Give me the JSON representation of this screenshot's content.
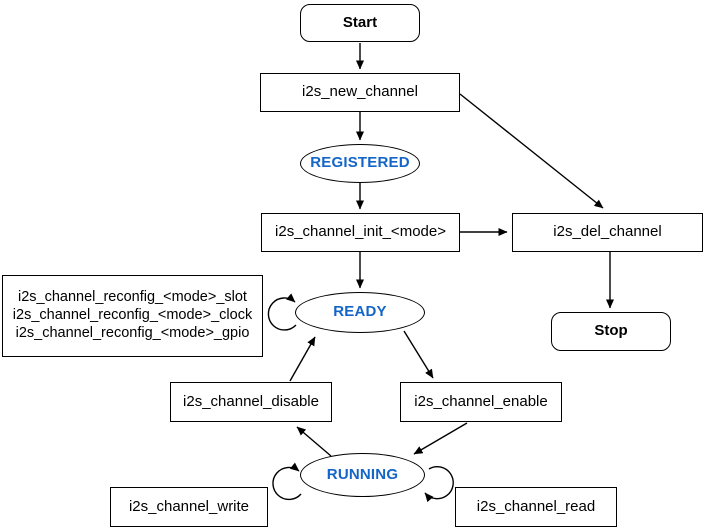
{
  "diagram": {
    "type": "state-flowchart",
    "accent_blue": "#1465c8",
    "nodes": {
      "start": {
        "label": "Start"
      },
      "new_channel": {
        "label": "i2s_new_channel"
      },
      "registered": {
        "label": "REGISTERED"
      },
      "init": {
        "label": "i2s_channel_init_<mode>"
      },
      "del": {
        "label": "i2s_del_channel"
      },
      "stop": {
        "label": "Stop"
      },
      "reconfig": {
        "lines": [
          "i2s_channel_reconfig_<mode>_slot",
          "i2s_channel_reconfig_<mode>_clock",
          "i2s_channel_reconfig_<mode>_gpio"
        ]
      },
      "ready": {
        "label": "READY"
      },
      "disable": {
        "label": "i2s_channel_disable"
      },
      "enable": {
        "label": "i2s_channel_enable"
      },
      "running": {
        "label": "RUNNING"
      },
      "write": {
        "label": "i2s_channel_write"
      },
      "read": {
        "label": "i2s_channel_read"
      }
    }
  }
}
